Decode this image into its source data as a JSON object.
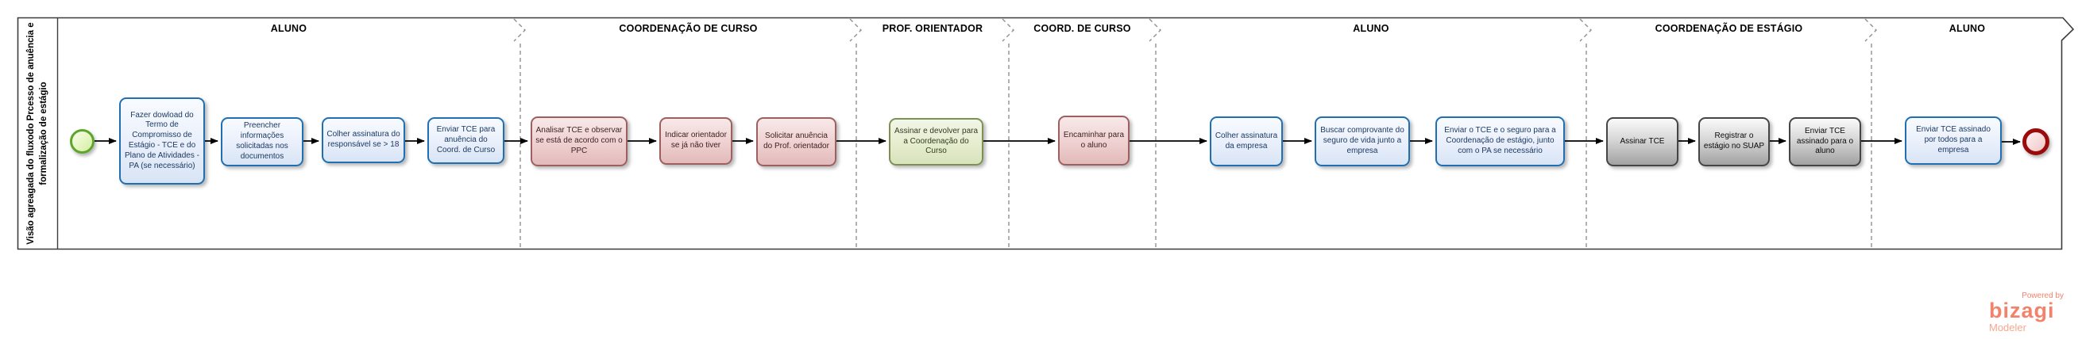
{
  "pool": {
    "label_lines": [
      "Visão agreagada do fluxodo Prcesso de anuência e",
      "formalização de estágio"
    ]
  },
  "phases": [
    {
      "label": "ALUNO"
    },
    {
      "label": "COORDENAÇÃO DE CURSO"
    },
    {
      "label": "PROF. ORIENTADOR"
    },
    {
      "label": "COORD. DE CURSO"
    },
    {
      "label": "ALUNO"
    },
    {
      "label": "COORDENAÇÃO DE ESTÁGIO"
    },
    {
      "label": "ALUNO"
    }
  ],
  "tasks": [
    {
      "label": "Fazer dowload do Termo de Compromisso de Estágio - TCE e do Plano de Atividades - PA (se necessário)",
      "style": "blue"
    },
    {
      "label": "Preencher informações solicitadas nos documentos",
      "style": "blue"
    },
    {
      "label": "Colher assinatura do responsável se > 18",
      "style": "blue"
    },
    {
      "label": "Enviar TCE para anuência do Coord. de Curso",
      "style": "blue"
    },
    {
      "label": "Analisar TCE e observar se está de acordo com o PPC",
      "style": "pink"
    },
    {
      "label": "Indicar orientador se já não tiver",
      "style": "pink"
    },
    {
      "label": "Solicitar anuência do Prof. orientador",
      "style": "pink"
    },
    {
      "label": "Assinar e devolver para a Coordenação do Curso",
      "style": "green"
    },
    {
      "label": "Encaminhar para o aluno",
      "style": "pink"
    },
    {
      "label": "Colher assinatura da empresa",
      "style": "blue"
    },
    {
      "label": "Buscar comprovante do seguro de vida junto a empresa",
      "style": "blue"
    },
    {
      "label": "Enviar o TCE e o seguro para a Coordenação de estágio, junto com o PA se necessário",
      "style": "blue"
    },
    {
      "label": "Assinar TCE",
      "style": "gray"
    },
    {
      "label": "Registrar o estágio no SUAP",
      "style": "gray"
    },
    {
      "label": "Enviar TCE assinado para o aluno",
      "style": "gray"
    },
    {
      "label": "Enviar TCE assinado por todos para a empresa",
      "style": "blue"
    }
  ],
  "events": {
    "start": "start-event",
    "end": "end-event"
  },
  "branding": {
    "powered_by": "Powered by",
    "name": "bizagi",
    "product": "Modeler"
  },
  "colors": {
    "task_blue_border": "#1f6fb2",
    "task_pink_border": "#9d5f5f",
    "task_green_border": "#7c9153",
    "task_gray_border": "#454545",
    "start_event": "#5ca62b",
    "end_event": "#9c0b0b",
    "separator": "#909090",
    "brand": "#f2836a"
  }
}
